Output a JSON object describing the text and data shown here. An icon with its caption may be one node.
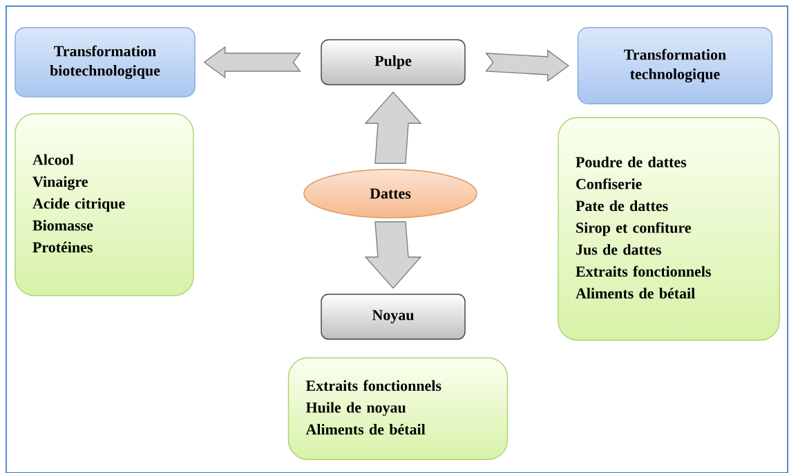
{
  "diagram": {
    "nodes": [
      {
        "text": [
          "Transformation biotechnologique"
        ]
      },
      {
        "text": [
          "Pulpe"
        ]
      },
      {
        "text": [
          "Transformation technologique"
        ]
      },
      {
        "text": [
          "Alcool",
          "Vinaigre",
          "Acide citrique",
          "Biomasse",
          "Protéines"
        ]
      },
      {
        "text": [
          "Dattes"
        ]
      },
      {
        "text": [
          "Poudre de dattes",
          "Confiserie",
          "Pate de dattes",
          "Sirop et confiture",
          "Jus de dattes",
          "Extraits fonctionnels",
          "Aliments de bétail"
        ]
      },
      {
        "text": [
          "Noyau"
        ]
      },
      {
        "text": [
          "Extraits fonctionnels",
          "Huile de noyau",
          "Aliments de bétail"
        ]
      }
    ],
    "edges": [
      {
        "from": 1,
        "to": 0,
        "arrow": "to"
      },
      {
        "from": 1,
        "to": 2,
        "arrow": "to"
      },
      {
        "from": 4,
        "to": 1,
        "arrow": "to"
      },
      {
        "from": 4,
        "to": 6,
        "arrow": "to"
      }
    ]
  }
}
